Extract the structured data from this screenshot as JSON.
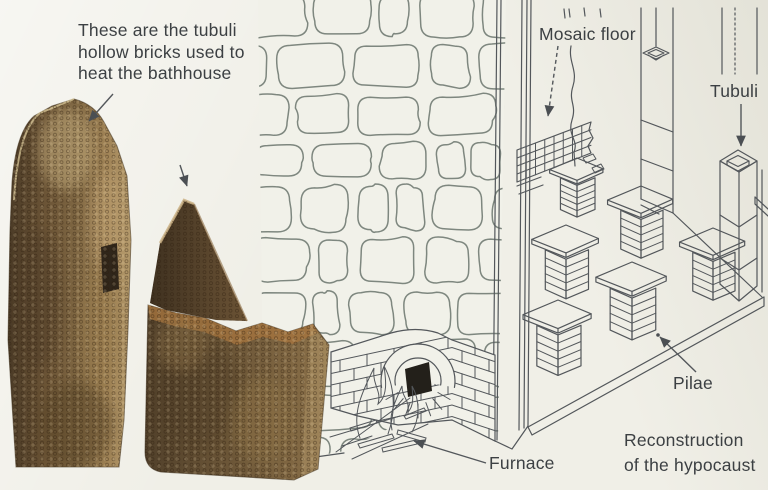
{
  "annotation": {
    "text": "These are the tubuli\nhollow bricks used to\nheat the bathhouse"
  },
  "labels": {
    "mosaic_floor": "Mosaic floor",
    "tubuli": "Tubuli",
    "pilae": "Pilae",
    "furnace": "Furnace",
    "caption": "Reconstruction\nof the hypocaust"
  },
  "colors": {
    "ink": "#3c4043",
    "line": "#53575b",
    "stone_line": "#7e877f",
    "page_bg": "#f0efe7",
    "drawing_bg": "#f1f1e9",
    "furnace_opening": "#23201a",
    "terracotta_dark": "#5a462c",
    "terracotta_light": "#b2996b"
  }
}
